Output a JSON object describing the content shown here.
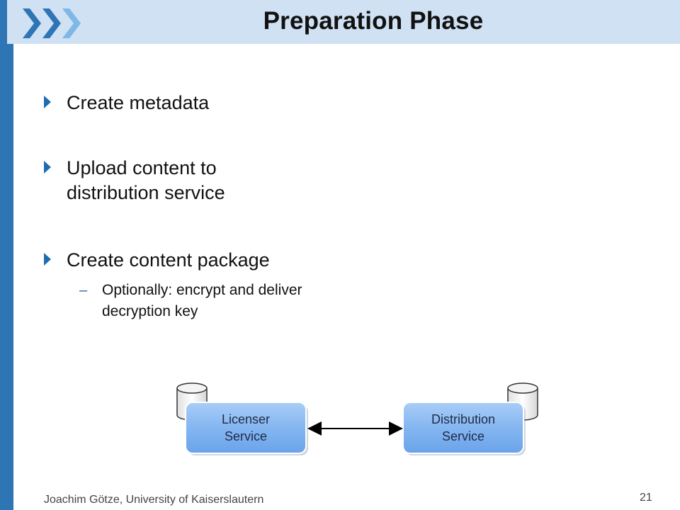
{
  "slide": {
    "title": "Preparation Phase",
    "bullets": [
      {
        "text": "Create metadata"
      },
      {
        "text": "Upload content to distribution service"
      },
      {
        "text": "Create content package"
      }
    ],
    "sub_bullet": {
      "marker": "–",
      "text": "Optionally: encrypt and deliver decryption key"
    },
    "footer": "Joachim Götze, University of Kaiserslautern",
    "page_number": "21"
  },
  "diagram": {
    "nodes": [
      {
        "label_line1": "Licenser",
        "label_line2": "Service"
      },
      {
        "label_line1": "Distribution",
        "label_line2": "Service"
      }
    ],
    "connector": "bidirectional-arrow",
    "icons": [
      "database-icon",
      "database-icon"
    ]
  },
  "colors": {
    "accent": "#2e75b6",
    "title_bar": "#cfe1f3",
    "bullet": "#1e6cb2",
    "node_fill": "#7fb2ef"
  }
}
